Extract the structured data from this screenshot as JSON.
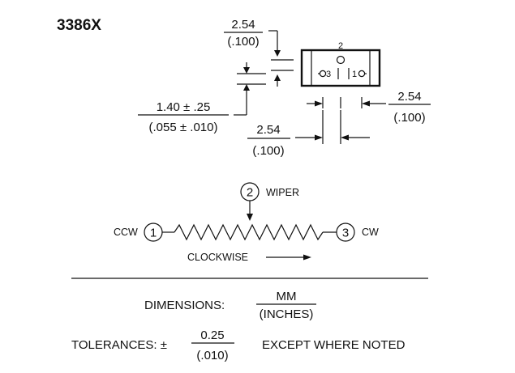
{
  "title": "3386X",
  "dims": {
    "top_spacing": {
      "mm": "2.54",
      "in": "(.100)"
    },
    "lead_width": {
      "mm": "1.40 ± .25",
      "in": "(.055 ± .010)"
    },
    "pin_spacing_a": {
      "mm": "2.54",
      "in": "(.100)"
    },
    "pin_spacing_b": {
      "mm": "2.54",
      "in": "(.100)"
    }
  },
  "pins": {
    "top": "2",
    "left": "3",
    "right": "1"
  },
  "schematic": {
    "wiper_num": "2",
    "wiper_label": "WIPER",
    "ccw_num": "1",
    "ccw_label": "CCW",
    "cw_num": "3",
    "cw_label": "CW",
    "direction_label": "CLOCKWISE"
  },
  "notes": {
    "dimensions_label": "DIMENSIONS:",
    "dimensions_num": "MM",
    "dimensions_den": "(INCHES)",
    "tolerances_label": "TOLERANCES: ±",
    "tolerances_num": "0.25",
    "tolerances_den": "(.010)",
    "tolerances_suffix": "EXCEPT WHERE NOTED"
  }
}
